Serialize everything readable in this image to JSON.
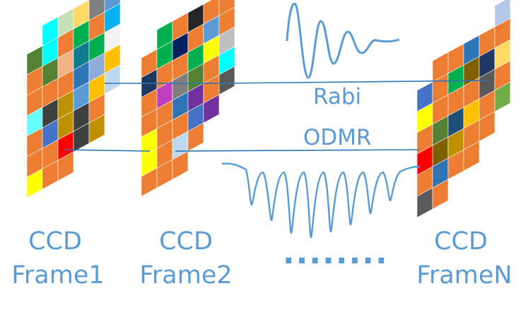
{
  "frames": [
    {
      "id": "frame1",
      "caption_top": "CCD",
      "caption_bottom": "Frame1",
      "cells": [
        [
          "#ffffff",
          "#ffffff",
          "#ffffff",
          "#ffffff",
          "#ffffff",
          "#ed7d31"
        ],
        [
          "#ffffff",
          "#00ffff",
          "#c5e0b4",
          "#ffd966",
          "#7f7f7f",
          "#5b9bd5"
        ],
        [
          "#548235",
          "#00ffff",
          "#ed7d31",
          "#00b050",
          "#ed7d31",
          "#00b0f0"
        ],
        [
          "#ed7d31",
          "#548235",
          "#f4b183",
          "#0e7c8c",
          "#00b050",
          "#f2f2f2"
        ],
        [
          "#ed7d31",
          "#ed7d31",
          "#ed7d31",
          "#2e75b6",
          "#8faadc",
          "#ffc000"
        ],
        [
          "#66ffff",
          "#404040",
          "#bf9000",
          "#5b9bd5",
          "#ffc000",
          "#bdd7ee"
        ],
        [
          "#ed7d31",
          "#4472c4",
          "#bf9000",
          "#404040",
          "#ed7d31",
          "#ffffff"
        ],
        [
          "#ed7d31",
          "#ed7d31",
          "#ff0000",
          "#404040",
          "#bf9000",
          "#ffffff"
        ],
        [
          "#ffff00",
          "#ed7d31",
          "#ed7d31",
          "#ffffff",
          "#ffffff",
          "#ffffff"
        ]
      ]
    },
    {
      "id": "frame2",
      "caption_top": "CCD",
      "caption_bottom": "Frame2",
      "cells": [
        [
          "#ffffff",
          "#ffffff",
          "#ffffff",
          "#ffffff",
          "#ffffff",
          "#bdd7ee"
        ],
        [
          "#ffffff",
          "#00b050",
          "#ed7d31",
          "#262626",
          "#ed7d31",
          "#ed7d31"
        ],
        [
          "#ed7d31",
          "#00b050",
          "#002060",
          "#ed7d31",
          "#5b9bd5",
          "#ed7d31"
        ],
        [
          "#1f3864",
          "#ed7d31",
          "#ed7d31",
          "#00b050",
          "#ffff00",
          "#bfbfbf"
        ],
        [
          "#ed7d31",
          "#c03fbf",
          "#7f7f7f",
          "#548235",
          "#ed7d31",
          "#00ffff"
        ],
        [
          "#ed7d31",
          "#ed7d31",
          "#2e75b6",
          "#7030a0",
          "#ed7d31",
          "#595959"
        ],
        [
          "#ffff00",
          "#ed7d31",
          "#ed7d31",
          "#4472c4",
          "#7030a0",
          "#ffffff"
        ],
        [
          "#ffff00",
          "#ed7d31",
          "#bdd7ee",
          "#ed7d31",
          "#ffffff",
          "#ffffff"
        ],
        [
          "#ed7d31",
          "#ed7d31",
          "#ed7d31",
          "#ffffff",
          "#ffffff",
          "#ffffff"
        ]
      ]
    },
    {
      "id": "frameN",
      "caption_top": "CCD",
      "caption_bottom": "FrameN",
      "cells": [
        [
          "#ffffff",
          "#ffffff",
          "#ffffff",
          "#ffffff",
          "#ffffff",
          "#b4c7e7"
        ],
        [
          "#ffffff",
          "#ed7d31",
          "#ed7d31",
          "#2e75b6",
          "#ed7d31",
          "#ed7d31"
        ],
        [
          "#4472c4",
          "#ed7d31",
          "#00b050",
          "#7f6000",
          "#1f3864",
          "#ffd966"
        ],
        [
          "#ffff00",
          "#ed7d31",
          "#ed7d31",
          "#ed7d31",
          "#595959",
          "#ed7d31"
        ],
        [
          "#ed7d31",
          "#548235",
          "#1f4e79",
          "#ffc000",
          "#ed7d31",
          "#70ad47"
        ],
        [
          "#ff0000",
          "#7f6000",
          "#bf9000",
          "#ed7d31",
          "#ed7d31",
          "#ffffff"
        ],
        [
          "#ed7d31",
          "#2e75b6",
          "#ed7d31",
          "#ed7d31",
          "#ffffff",
          "#ffffff"
        ],
        [
          "#5a5a5a",
          "#ed7d31",
          "#ffffff",
          "#ffffff",
          "#ffffff",
          "#ffffff"
        ]
      ]
    }
  ],
  "labels": {
    "rabi": "Rabi",
    "odmr": "ODMR",
    "ellipsis": "........"
  },
  "colors": {
    "accent": "#5b9bd5",
    "line": "#2e75b6"
  }
}
